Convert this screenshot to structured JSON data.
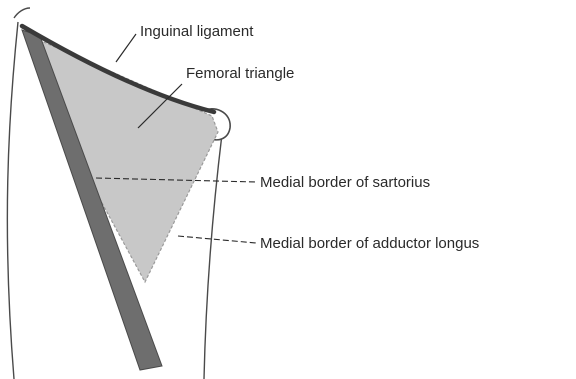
{
  "labels": {
    "inguinal_ligament": "Inguinal ligament",
    "femoral_triangle": "Femoral triangle",
    "sartorius_border": "Medial border of sartorius",
    "adductor_border": "Medial border of adductor longus"
  },
  "colors": {
    "background": "#ffffff",
    "outline": "#4a4a4a",
    "triangle_fill": "#c8c8c8",
    "triangle_border": "#9a9a9a",
    "sartorius_fill": "#6e6e6e",
    "text": "#2a2a2a"
  }
}
